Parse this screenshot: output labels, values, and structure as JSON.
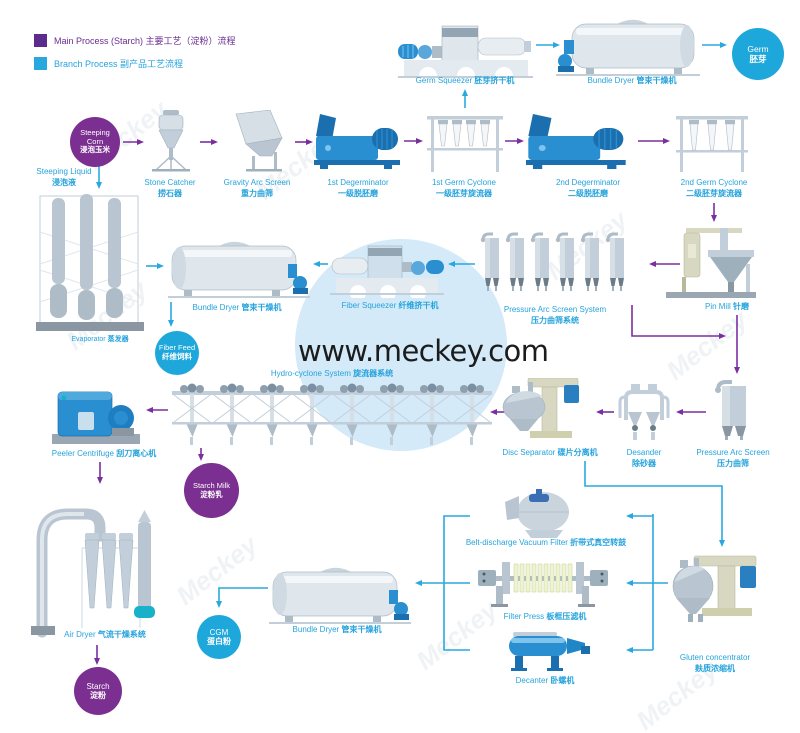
{
  "legend": {
    "main": {
      "label": "Main Process (Starch) 主要工艺（淀粉）流程",
      "color": "#5b2b8d"
    },
    "branch": {
      "label": "Branch Process 副产品工艺流程",
      "color": "#29a8e0"
    }
  },
  "website": "www.meckey.com",
  "watermark": "Meckey",
  "colors": {
    "main_process": "#7a2f9e",
    "branch_process": "#29a8e0",
    "label_blue": "#25a3dc"
  },
  "equipment": {
    "germ_squeezer": {
      "en": "Germ Squeezer",
      "zh": "胚芽挤干机"
    },
    "bundle_dryer_top": {
      "en": "Bundle Dryer",
      "zh": "管束干燥机"
    },
    "stone_catcher": {
      "en": "Stone Catcher",
      "zh": "捞石器"
    },
    "gravity_arc_screen": {
      "en": "Gravity Arc Screen",
      "zh": "重力曲筛"
    },
    "degerminator_1": {
      "en": "1st Degerminator",
      "zh": "一级脱胚磨"
    },
    "germ_cyclone_1": {
      "en": "1st Germ Cyclone",
      "zh": "一级胚芽旋流器"
    },
    "degerminator_2": {
      "en": "2nd Degerminator",
      "zh": "二级脱胚磨"
    },
    "germ_cyclone_2": {
      "en": "2nd Germ Cyclone",
      "zh": "二级胚芽旋流器"
    },
    "steeping_liquid": {
      "en": "Steeping Liquid",
      "zh": "浸泡液"
    },
    "evaporator": {
      "en": "Evaporator",
      "zh": "蒸发器"
    },
    "bundle_dryer_mid": {
      "en": "Bundle Dryer",
      "zh": "管束干燥机"
    },
    "fiber_squeezer": {
      "en": "Fiber Squeezer",
      "zh": "纤维挤干机"
    },
    "pressure_arc_screen_system": {
      "en": "Pressure Arc Screen System",
      "zh": "压力曲筛系统"
    },
    "pin_mill": {
      "en": "Pin Mill",
      "zh": "针磨"
    },
    "hydro_cyclone_system": {
      "en": "Hydro-cyclone System",
      "zh": "旋流器系统"
    },
    "peeler_centrifuge": {
      "en": "Peeler Centrifuge",
      "zh": "刮刀离心机"
    },
    "disc_separator": {
      "en": "Disc Separator",
      "zh": "碟片分离机"
    },
    "desander": {
      "en": "Desander",
      "zh": "除砂器"
    },
    "pressure_arc_screen": {
      "en": "Pressure Arc Screen",
      "zh": "压力曲筛"
    },
    "air_dryer": {
      "en": "Air Dryer",
      "zh": "气流干燥系统"
    },
    "bundle_dryer_bottom": {
      "en": "Bundle Dryer",
      "zh": "管束干燥机"
    },
    "belt_vacuum_filter": {
      "en": "Belt-discharge Vacuum Filter",
      "zh": "折带式真空转鼓"
    },
    "filter_press": {
      "en": "Filter Press",
      "zh": "板框压滤机"
    },
    "decanter": {
      "en": "Decanter",
      "zh": "卧螺机"
    },
    "gluten_concentrator": {
      "en": "Gluten concentrator",
      "zh": "麸质浓缩机"
    }
  },
  "products": {
    "steeping_corn": {
      "en": "Steeping Corn",
      "zh": "浸泡玉米",
      "type": "main"
    },
    "germ": {
      "en": "Germ",
      "zh": "胚芽",
      "type": "branch"
    },
    "fiber_feed": {
      "en": "Fiber Feed",
      "zh": "纤维饲料",
      "type": "branch"
    },
    "starch_milk": {
      "en": "Starch Milk",
      "zh": "淀粉乳",
      "type": "main"
    },
    "cgm": {
      "en": "CGM",
      "zh": "蛋白粉",
      "type": "branch"
    },
    "starch": {
      "en": "Starch",
      "zh": "淀粉",
      "type": "main"
    }
  }
}
